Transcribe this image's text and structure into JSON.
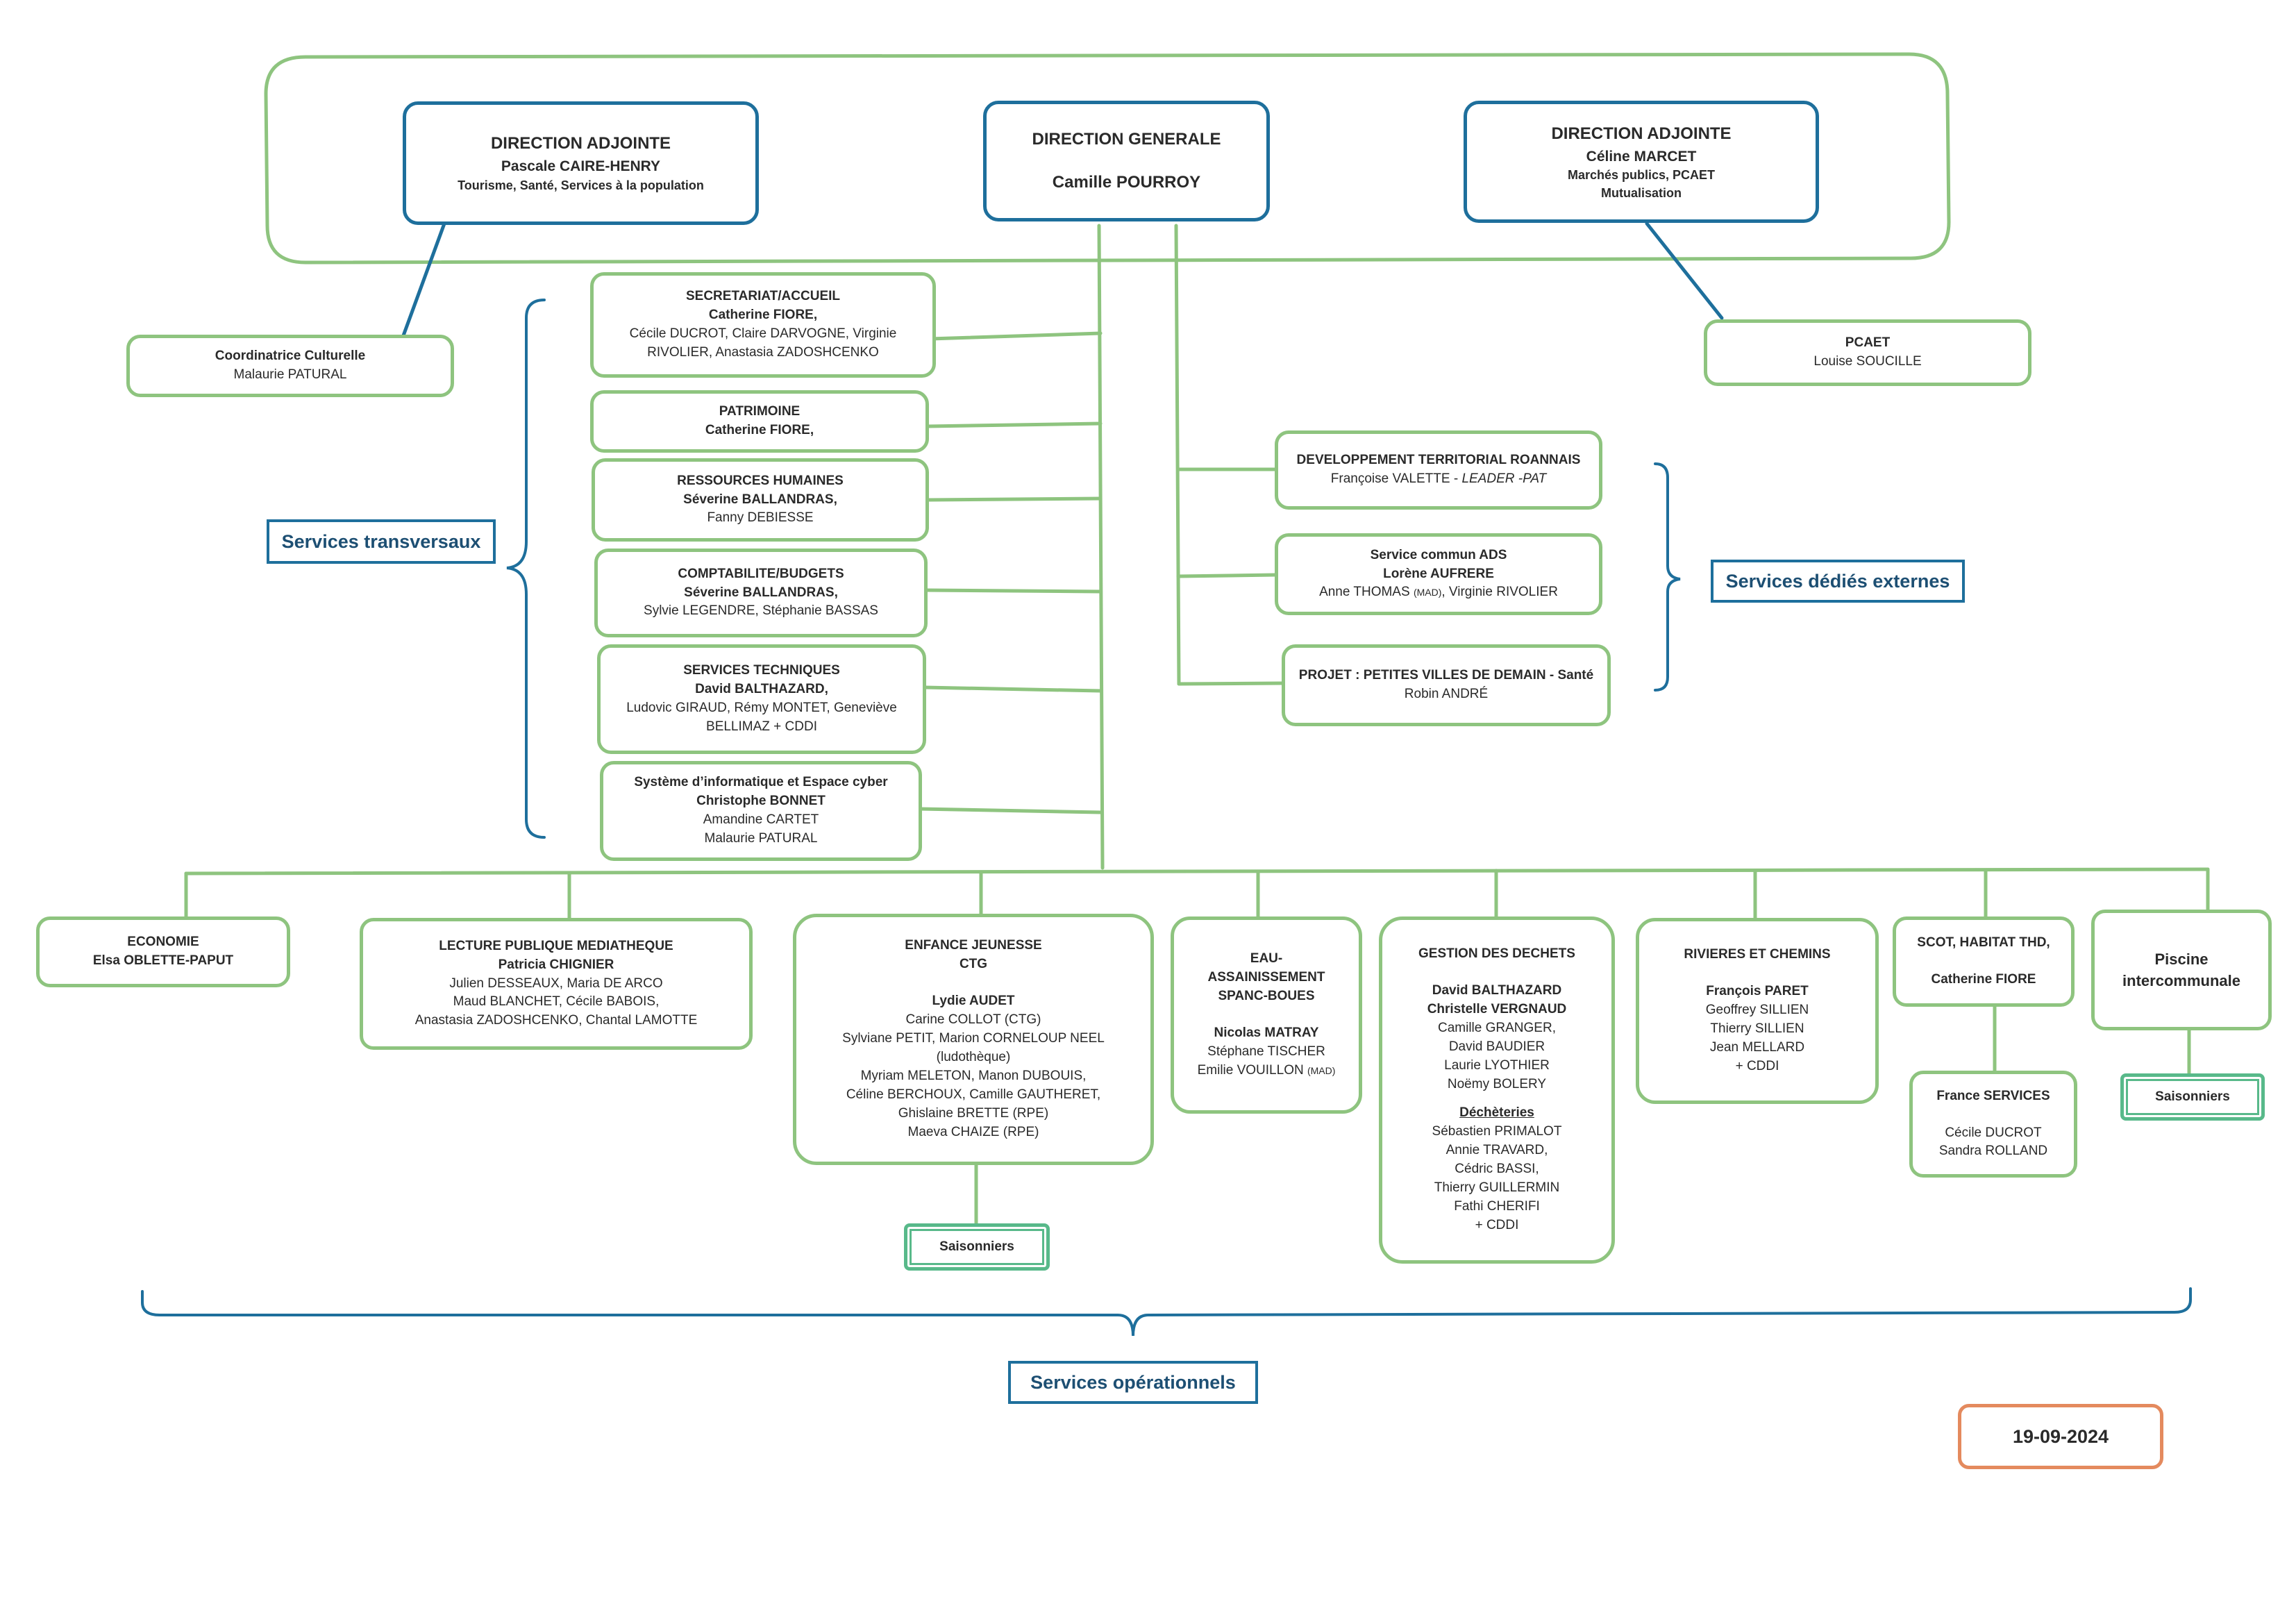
{
  "direction": {
    "left": {
      "title": "DIRECTION ADJOINTE",
      "name": "Pascale CAIRE-HENRY",
      "scope": "Tourisme, Santé, Services à la population"
    },
    "center": {
      "title": "DIRECTION GENERALE",
      "name": "Camille POURROY"
    },
    "right": {
      "title": "DIRECTION ADJOINTE",
      "name": "Céline MARCET",
      "scope_1": "Marchés publics, PCAET",
      "scope_2": "Mutualisation"
    }
  },
  "coordinatrice": {
    "title": "Coordinatrice Culturelle",
    "name": "Malaurie PATURAL"
  },
  "pcaet": {
    "title": "PCAET",
    "name": "Louise SOUCILLE"
  },
  "labels": {
    "transversaux": "Services transversaux",
    "externes": "Services dédiés externes",
    "operationnels": "Services opérationnels"
  },
  "transversal": {
    "secretariat": {
      "title": "SECRETARIAT/ACCUEIL",
      "lead": "Catherine FIORE,",
      "staff_1": "Cécile DUCROT, Claire DARVOGNE, Virginie",
      "staff_2": "RIVOLIER, Anastasia ZADOSHCENKO"
    },
    "patrimoine": {
      "title": "PATRIMOINE",
      "lead": "Catherine FIORE,"
    },
    "rh": {
      "title": "RESSOURCES HUMAINES",
      "lead": "Séverine BALLANDRAS,",
      "staff_1": "Fanny DEBIESSE"
    },
    "compta": {
      "title": "COMPTABILITE/BUDGETS",
      "lead": "Séverine BALLANDRAS,",
      "staff_1": "Sylvie LEGENDRE, Stéphanie BASSAS"
    },
    "techniques": {
      "title": "SERVICES TECHNIQUES",
      "lead": "David BALTHAZARD,",
      "staff_1": "Ludovic GIRAUD, Rémy MONTET, Geneviève",
      "staff_2": "BELLIMAZ + CDDI"
    },
    "informatique": {
      "title": "Système d’informatique et Espace cyber",
      "lead": "Christophe BONNET",
      "staff_1": "Amandine CARTET",
      "staff_2": "Malaurie PATURAL"
    }
  },
  "externes": {
    "developpement": {
      "title": "DEVELOPPEMENT TERRITORIAL ROANNAIS",
      "name": "Françoise VALETTE - ",
      "suffix": "LEADER -PAT"
    },
    "ads": {
      "title": "Service commun ADS",
      "lead": "Lorène AUFRERE",
      "staff_a": "Anne THOMAS ",
      "mad": "(MAD)",
      "staff_b": ", Virginie RIVOLIER"
    },
    "pvd": {
      "title": "PROJET : PETITES VILLES DE DEMAIN - Santé",
      "name": "Robin ANDRÉ"
    }
  },
  "operationnels": {
    "economie": {
      "title": "ECONOMIE",
      "lead": "Elsa OBLETTE-PAPUT"
    },
    "lecture": {
      "title": "LECTURE PUBLIQUE MEDIATHEQUE",
      "lead": "Patricia CHIGNIER",
      "staff_1": "Julien DESSEAUX, Maria DE ARCO",
      "staff_2": "Maud BLANCHET, Cécile BABOIS,",
      "staff_3": "Anastasia ZADOSHCENKO, Chantal LAMOTTE"
    },
    "enfance": {
      "title": "ENFANCE JEUNESSE",
      "subtitle": "CTG",
      "lead": "Lydie AUDET",
      "staff_1": "Carine COLLOT (CTG)",
      "staff_2": "Sylviane PETIT, Marion CORNELOUP NEEL",
      "staff_3": "(ludothèque)",
      "staff_4": "Myriam MELETON, Manon DUBOUIS,",
      "staff_5": "Céline BERCHOUX, Camille GAUTHERET,",
      "staff_6": "Ghislaine BRETTE (RPE)",
      "staff_7": "Maeva CHAIZE (RPE)"
    },
    "eau": {
      "title_1": "EAU-",
      "title_2": "ASSAINISSEMENT",
      "title_3": "SPANC-BOUES",
      "lead": "Nicolas MATRAY",
      "staff_1": "Stéphane TISCHER",
      "staff_2a": "Emilie VOUILLON ",
      "mad": "(MAD)"
    },
    "dechets": {
      "title": "GESTION DES DECHETS",
      "lead_1": "David BALTHAZARD",
      "lead_2": "Christelle VERGNAUD",
      "staff_1": "Camille GRANGER,",
      "staff_2": "David BAUDIER",
      "staff_3": "Laurie LYOTHIER",
      "staff_4": "Noëmy BOLERY",
      "sub": "Déchèteries",
      "staff_5": "Sébastien PRIMALOT",
      "staff_6": "Annie TRAVARD,",
      "staff_7": "Cédric BASSI,",
      "staff_8": "Thierry GUILLERMIN",
      "staff_9": "Fathi CHERIFI",
      "staff_10": "+ CDDI"
    },
    "rivieres": {
      "title": "RIVIERES ET CHEMINS",
      "lead": "François PARET",
      "staff_1": "Geoffrey SILLIEN",
      "staff_2": "Thierry SILLIEN",
      "staff_3": "Jean MELLARD",
      "staff_4": "+ CDDI"
    },
    "scot": {
      "title": "SCOT, HABITAT THD,",
      "lead": "Catherine FIORE"
    },
    "france": {
      "title": "France SERVICES",
      "staff_1": "Cécile DUCROT",
      "staff_2": "Sandra ROLLAND"
    },
    "piscine": {
      "title_1": "Piscine",
      "title_2": "intercommunale"
    },
    "saisonniers": "Saisonniers"
  },
  "date": "19-09-2024",
  "colors": {
    "green": "#8ec47f",
    "blue": "#1e6f9c",
    "orange": "#e48a5e",
    "teal": "#58b98a"
  }
}
